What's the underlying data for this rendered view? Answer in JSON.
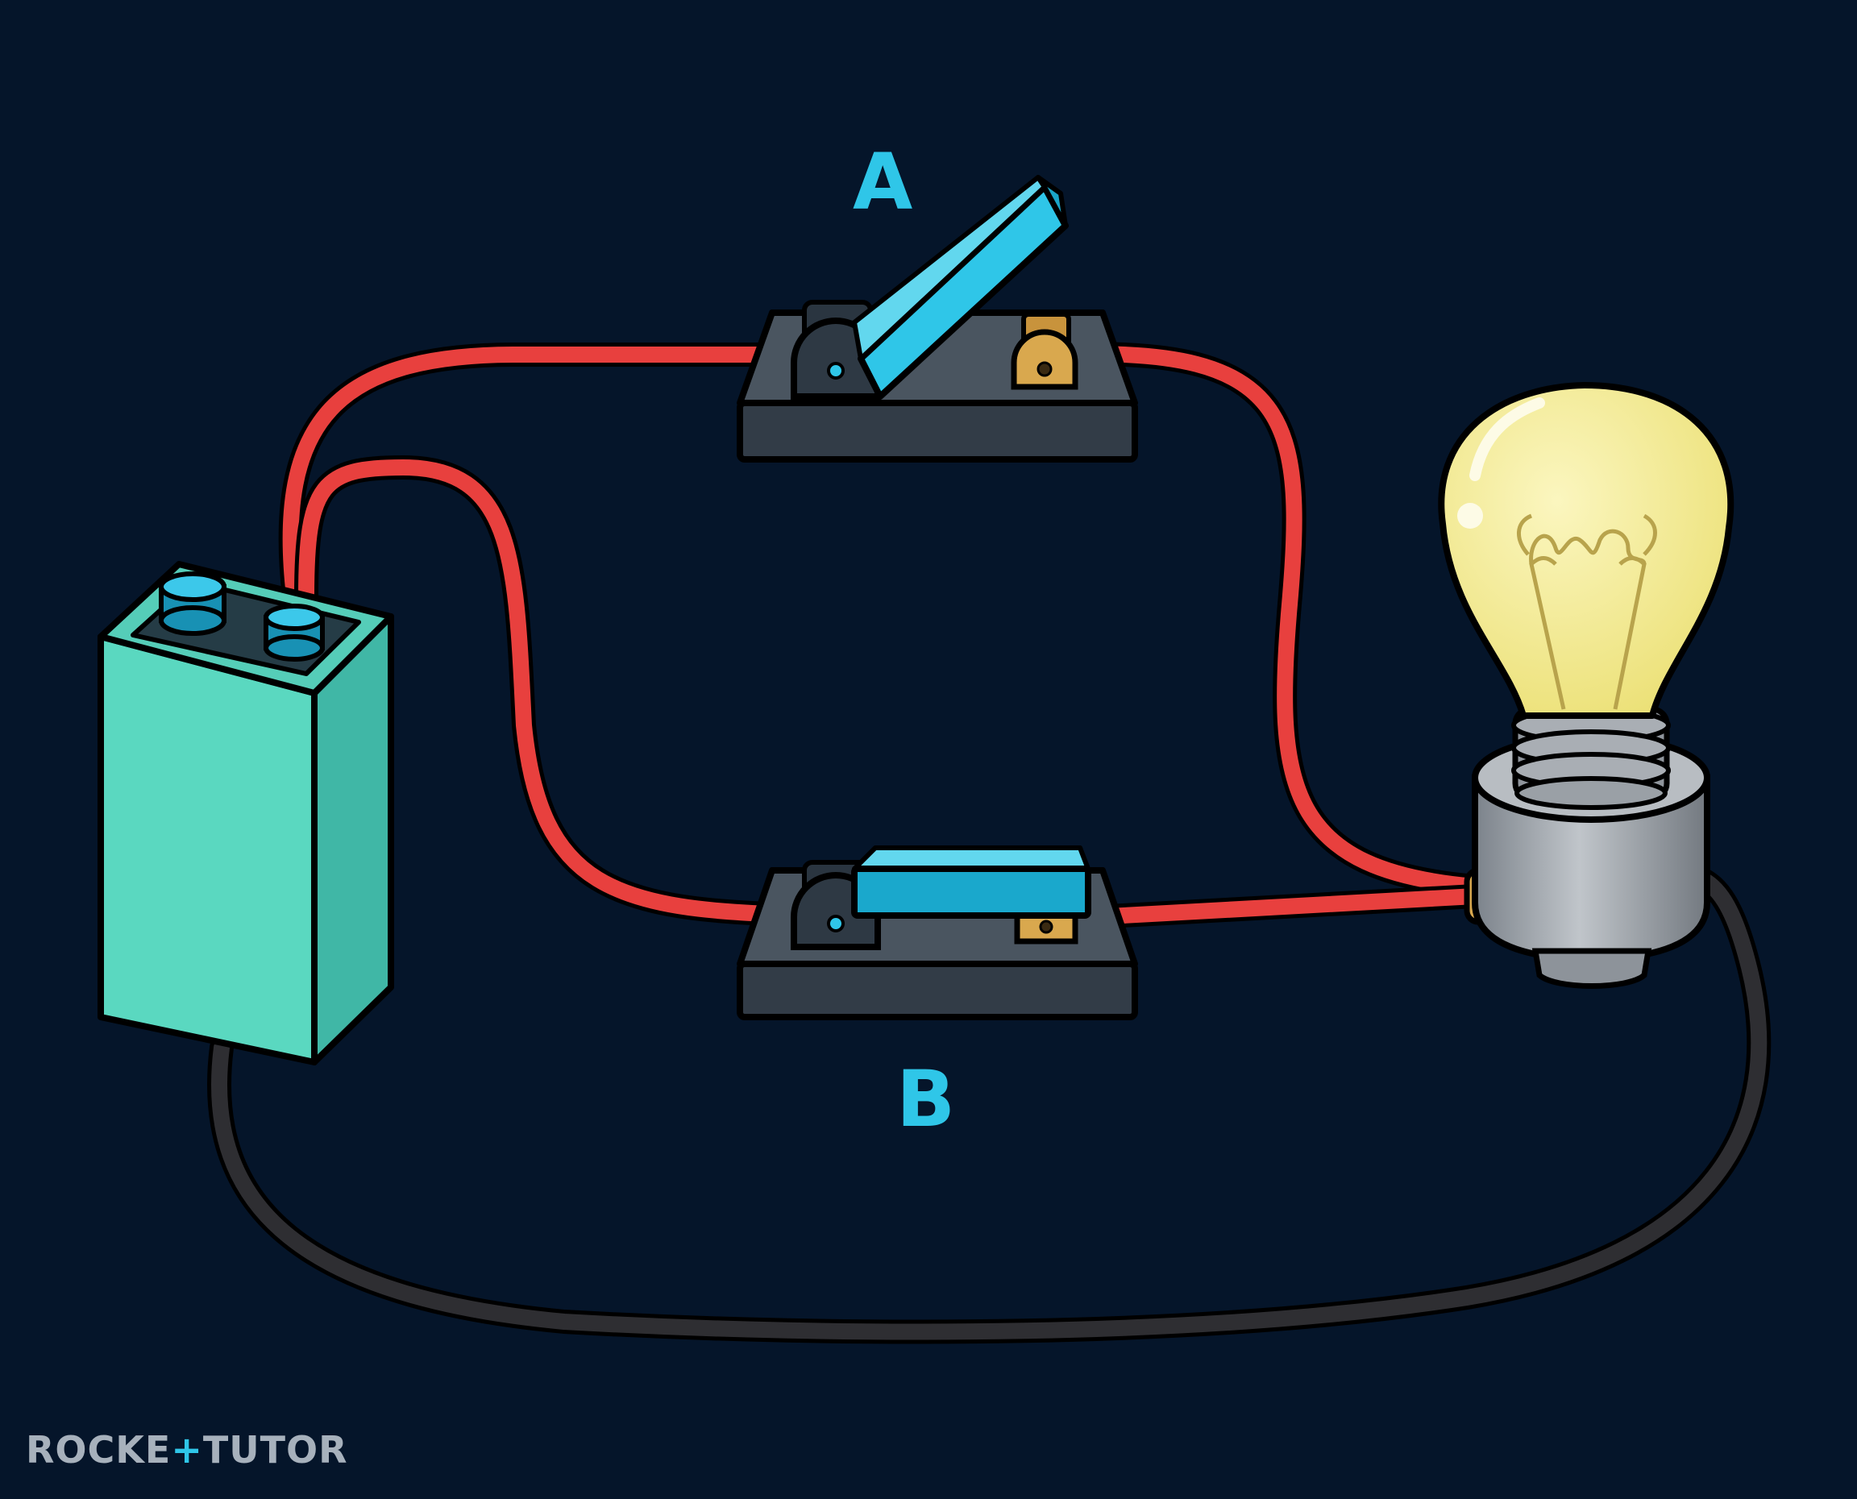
{
  "labels": {
    "switch_a": "A",
    "switch_b": "B"
  },
  "logo": {
    "part1": "ROCKE",
    "cross": "+",
    "part2": "TUTO",
    "tail": "R"
  },
  "colors": {
    "background": "#05152a",
    "wire_red": "#e8403e",
    "wire_black": "#2a2a2d",
    "battery": "#5ad8c0",
    "battery_terminal": "#1fb7dc",
    "switch_base": "#3b4652",
    "switch_lever": "#2fc6e8",
    "terminal_gold": "#d9a84e",
    "bulb_glass": "#f3ea8a",
    "bulb_base": "#9aa0a8",
    "label": "#2fc6e8"
  },
  "components": {
    "switch_a_state": "open",
    "switch_b_state": "closed"
  }
}
